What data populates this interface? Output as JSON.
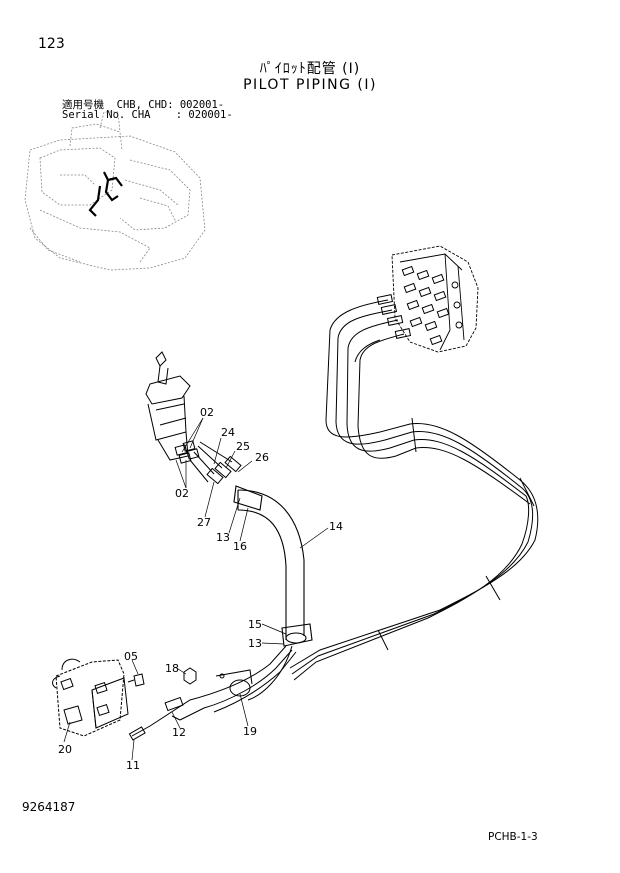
{
  "header": {
    "page_number": "123",
    "title_jp": "ﾊﾟｲﾛｯﾄ配管 (I)",
    "title_en": "PILOT PIPING (I)",
    "serial_line_1": "適用号機  CHB, CHD: 002001-",
    "serial_line_2": "Serial No. CHA    : 020001-"
  },
  "footer": {
    "part_number": "9264187",
    "catalog_code": "PCHB-1-3"
  },
  "callouts": {
    "c02_top": "02",
    "c24": "24",
    "c25": "25",
    "c26": "26",
    "c02_bottom": "02",
    "c27": "27",
    "c13_top": "13",
    "c16": "16",
    "c14": "14",
    "c15": "15",
    "c13_bottom": "13",
    "c05": "05",
    "c18": "18",
    "c12": "12",
    "c19": "19",
    "c20": "20",
    "c11": "11"
  }
}
